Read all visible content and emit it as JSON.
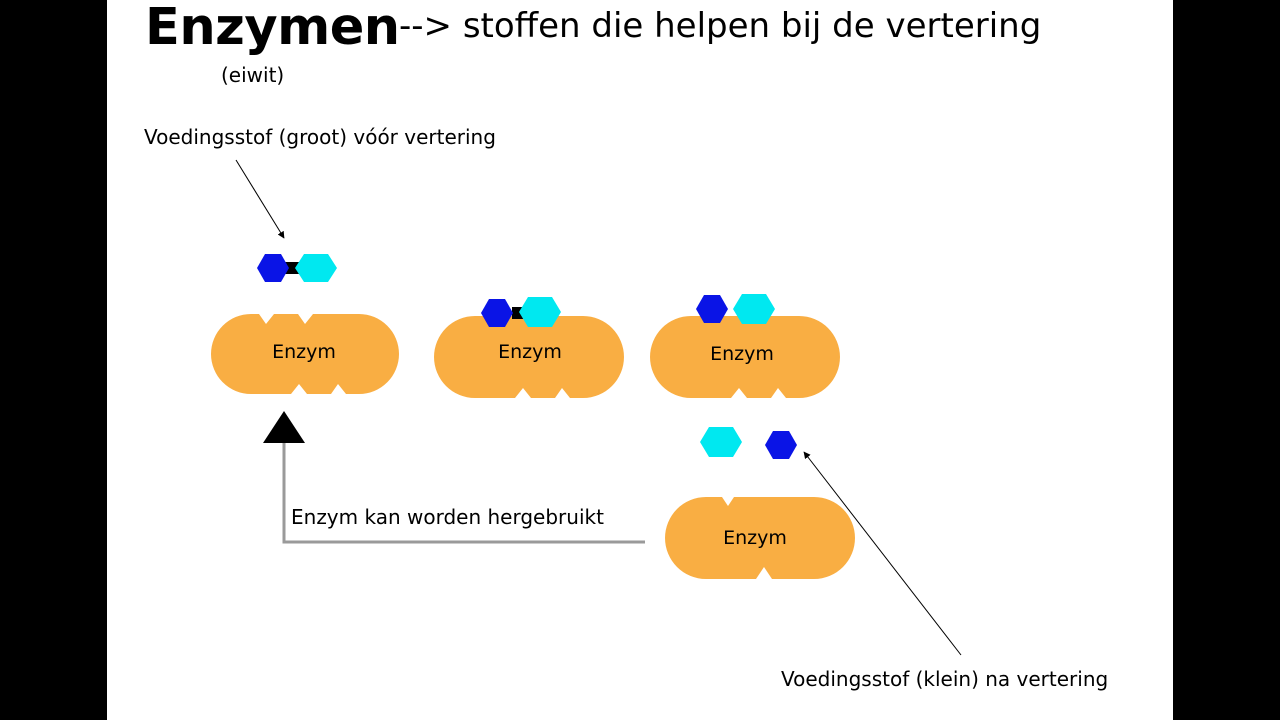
{
  "title": "Enzymen",
  "subtitle": "--> stoffen die helpen bij de vertering",
  "title_note": "(eiwit)",
  "labels": {
    "large_nutrient": "Voedingsstof (groot) vóór vertering",
    "reuse": "Enzym kan worden hergebruikt",
    "small_nutrient": "Voedingsstof (klein) na vertering"
  },
  "enzyme_label": "Enzym",
  "colors": {
    "enzyme": "#F9AE43",
    "hexagon_dark": "#0A14E6",
    "hexagon_light": "#00E8F0",
    "bond": "#000000",
    "arrow": "#9A9A9A",
    "background": "#FFFFFF",
    "frame": "#000000"
  }
}
